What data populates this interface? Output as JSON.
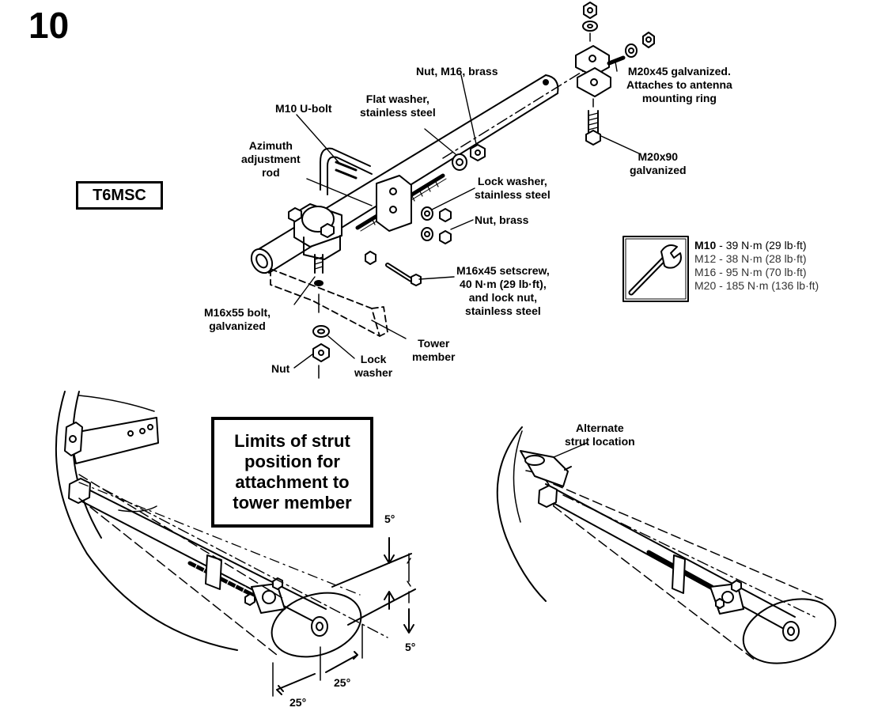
{
  "step": {
    "number": "10"
  },
  "model": "T6MSC",
  "labels": {
    "nut_m16_brass": "Nut, M16, brass",
    "flat_washer": [
      "Flat washer,",
      "stainless steel"
    ],
    "m10_ubolt": "M10 U-bolt",
    "azimuth_rod": [
      "Azimuth",
      "adjustment",
      "rod"
    ],
    "lock_washer_ss": [
      "Lock washer,",
      "stainless steel"
    ],
    "nut_brass": "Nut, brass",
    "m16x45": [
      "M16x45 setscrew,",
      "40 N·m (29 lb·ft),",
      "and lock nut,",
      "stainless steel"
    ],
    "m16x55": [
      "M16x55 bolt,",
      "galvanized"
    ],
    "tower_member": [
      "Tower",
      "member"
    ],
    "lock_washer": [
      "Lock",
      "washer"
    ],
    "nut": "Nut",
    "m20x45": [
      "M20x45 galvanized.",
      "Attaches to antenna",
      "mounting ring"
    ],
    "m20x90": [
      "M20x90",
      "galvanized"
    ],
    "alternate_strut": [
      "Alternate",
      "strut location"
    ]
  },
  "limits_box": [
    "Limits of strut",
    "position for",
    "attachment to",
    "tower member"
  ],
  "angles": {
    "top": "5°",
    "bottom": "5°",
    "left_a": "25°",
    "left_b": "25°"
  },
  "torque_table": [
    {
      "size": "M10",
      "value": "39 N·m (29 lb·ft)"
    },
    {
      "size": "M12",
      "value": "38 N·m (28 lb·ft)"
    },
    {
      "size": "M16",
      "value": "95 N·m (70 lb·ft)"
    },
    {
      "size": "M20",
      "value": "185 N·m (136 lb·ft)"
    }
  ],
  "icons": {
    "wrench": "wrench-icon"
  }
}
